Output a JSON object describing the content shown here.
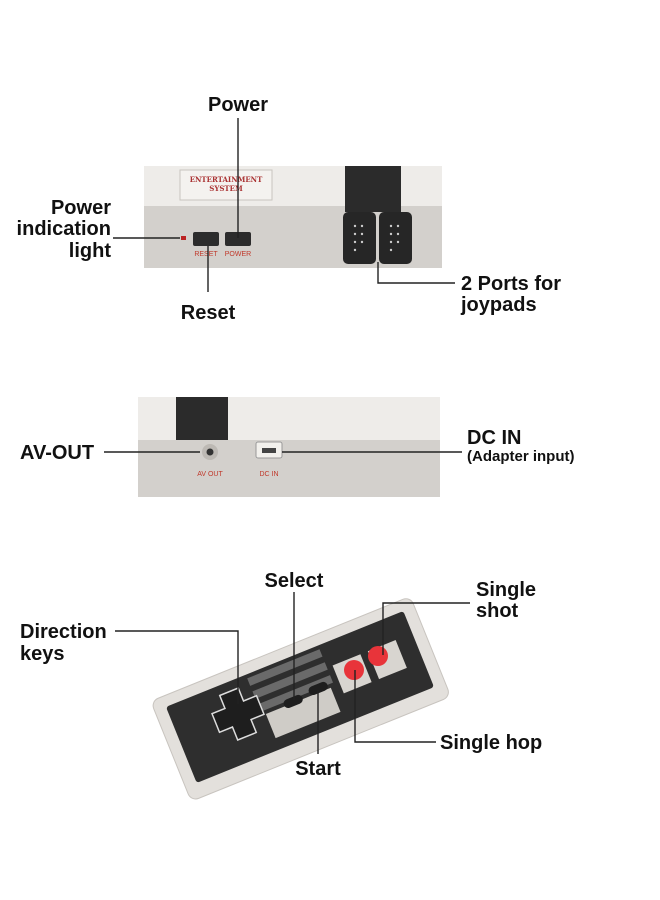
{
  "console_front": {
    "labels": {
      "power": "Power",
      "power_light": [
        "Power",
        "indication",
        "light"
      ],
      "reset": "Reset",
      "ports": [
        "2 Ports for",
        "joypads"
      ]
    },
    "printed": {
      "brand": [
        "ENTERTAINMENT",
        "SYSTEM"
      ],
      "reset": "RESET",
      "power": "POWER"
    }
  },
  "console_back": {
    "labels": {
      "av_out": "AV-OUT",
      "dc_in": "DC IN",
      "dc_in_sub": "(Adapter input)"
    },
    "printed": {
      "av_out": "AV OUT",
      "dc_in": "DC IN"
    }
  },
  "controller": {
    "labels": {
      "select": "Select",
      "single_shot": [
        "Single",
        "shot"
      ],
      "direction": [
        "Direction",
        "keys"
      ],
      "single_hop": "Single hop",
      "start": "Start"
    }
  },
  "colors": {
    "body": "#e6e3df",
    "front": "#cfcbc6",
    "dark": "#2a2a2a",
    "red": "#e8343a"
  }
}
